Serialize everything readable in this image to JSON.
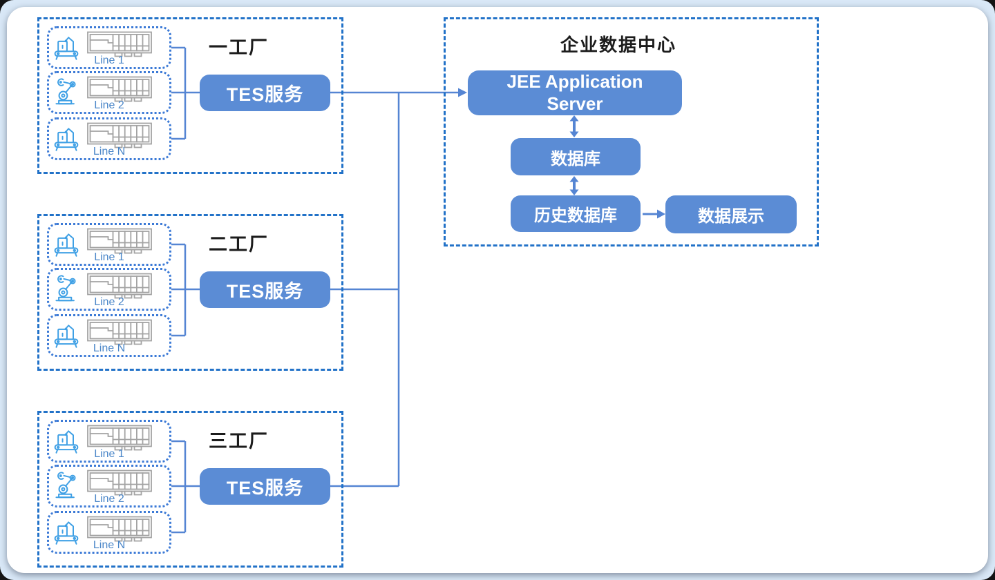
{
  "colors": {
    "page_bg": "#d9e8f7",
    "canvas_bg": "#ffffff",
    "dashed_border": "#2272c8",
    "dotted_border": "#3c7ad6",
    "button_bg": "#5b8cd5",
    "button_text": "#ffffff",
    "connector": "#5585d3",
    "icon_blue": "#3fa0e5",
    "machine_gray": "#a3a3a3",
    "line_label": "#4a86c8",
    "title_color": "#1c1c1c"
  },
  "icons": {
    "line_1": "robot-loader-icon",
    "line_2": "robot-arm-icon",
    "line_n": "robot-loader-icon",
    "machine": "production-line-icon"
  },
  "factories": [
    {
      "title": "一工厂",
      "tes_label": "TES服务",
      "lines": [
        {
          "label": "Line 1"
        },
        {
          "label": "Line 2"
        },
        {
          "label": "Line N"
        }
      ]
    },
    {
      "title": "二工厂",
      "tes_label": "TES服务",
      "lines": [
        {
          "label": "Line 1"
        },
        {
          "label": "Line 2"
        },
        {
          "label": "Line N"
        }
      ]
    },
    {
      "title": "三工厂",
      "tes_label": "TES服务",
      "lines": [
        {
          "label": "Line 1"
        },
        {
          "label": "Line 2"
        },
        {
          "label": "Line N"
        }
      ]
    }
  ],
  "datacenter": {
    "title": "企业数据中心",
    "jee_label": "JEE Application Server",
    "db_label": "数据库",
    "hist_db_label": "历史数据库",
    "display_label": "数据展示"
  }
}
